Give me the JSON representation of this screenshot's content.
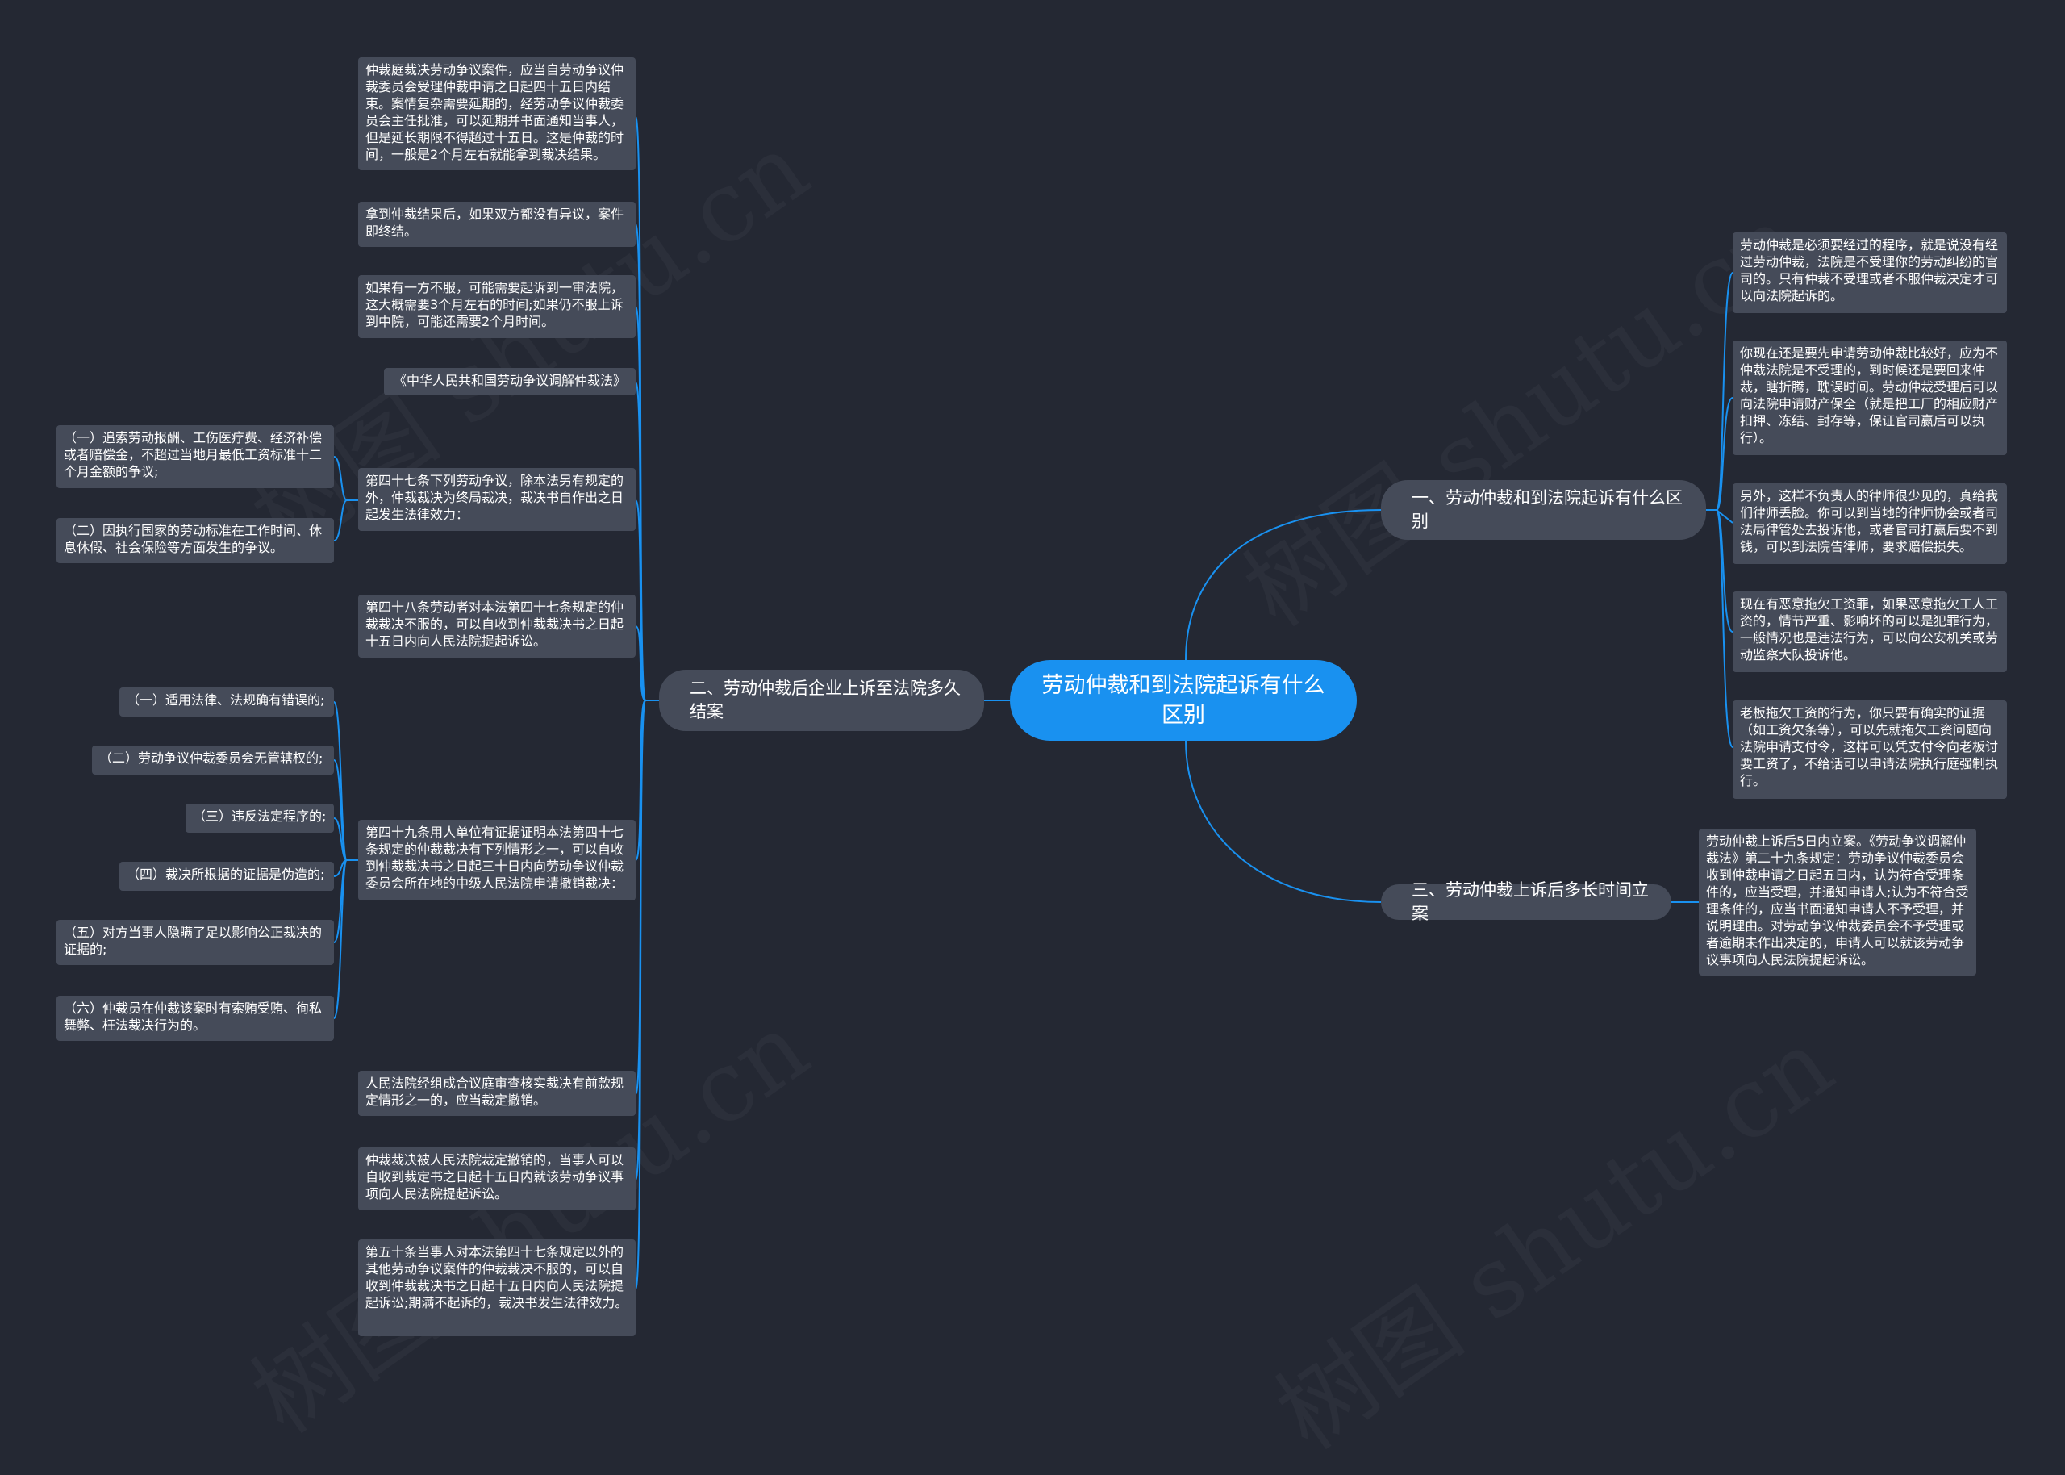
{
  "root": {
    "label": "劳动仲裁和到法院起诉有什么区别"
  },
  "branches": {
    "b1": {
      "label": "一、劳动仲裁和到法院起诉有什么区别"
    },
    "b2": {
      "label": "二、劳动仲裁后企业上诉至法院多久结案"
    },
    "b3": {
      "label": "三、劳动仲裁上诉后多长时间立案"
    }
  },
  "b1_leaves": [
    "劳动仲裁是必须要经过的程序，就是说没有经过劳动仲裁，法院是不受理你的劳动纠纷的官司的。只有仲裁不受理或者不服仲裁决定才可以向法院起诉的。",
    "你现在还是要先申请劳动仲裁比较好，应为不仲裁法院是不受理的，到时候还是要回来仲裁，瞎折腾，耽误时间。劳动仲裁受理后可以向法院申请财产保全（就是把工厂的相应财产扣押、冻结、封存等，保证官司赢后可以执行）。",
    "另外，这样不负责人的律师很少见的，真给我们律师丢脸。你可以到当地的律师协会或者司法局律管处去投诉他，或者官司打赢后要不到钱，可以到法院告律师，要求赔偿损失。",
    "现在有恶意拖欠工资罪，如果恶意拖欠工人工资的，情节严重、影响坏的可以是犯罪行为，一般情况也是违法行为，可以向公安机关或劳动监察大队投诉他。",
    "老板拖欠工资的行为，你只要有确实的证据（如工资欠条等），可以先就拖欠工资问题向法院申请支付令，这样可以凭支付令向老板讨要工资了，不给话可以申请法院执行庭强制执行。"
  ],
  "b3_leaves": [
    "劳动仲裁上诉后5日内立案。《劳动争议调解仲裁法》第二十九条规定：劳动争议仲裁委员会收到仲裁申请之日起五日内，认为符合受理条件的，应当受理，并通知申请人;认为不符合受理条件的，应当书面通知申请人不予受理，并说明理由。对劳动争议仲裁委员会不予受理或者逾期未作出决定的，申请人可以就该劳动争议事项向人民法院提起诉讼。"
  ],
  "b2_leaves": [
    "仲裁庭裁决劳动争议案件，应当自劳动争议仲裁委员会受理仲裁申请之日起四十五日内结束。案情复杂需要延期的，经劳动争议仲裁委员会主任批准，可以延期并书面通知当事人，但是延长期限不得超过十五日。这是仲裁的时间，一般是2个月左右就能拿到裁决结果。",
    "拿到仲裁结果后，如果双方都没有异议，案件即终结。",
    "如果有一方不服，可能需要起诉到一审法院，这大概需要3个月左右的时间;如果仍不服上诉到中院，可能还需要2个月时间。",
    "《中华人民共和国劳动争议调解仲裁法》",
    "第四十七条下列劳动争议，除本法另有规定的外，仲裁裁决为终局裁决，裁决书自作出之日起发生法律效力：",
    "第四十八条劳动者对本法第四十七条规定的仲裁裁决不服的，可以自收到仲裁裁决书之日起十五日内向人民法院提起诉讼。",
    "第四十九条用人单位有证据证明本法第四十七条规定的仲裁裁决有下列情形之一，可以自收到仲裁裁决书之日起三十日内向劳动争议仲裁委员会所在地的中级人民法院申请撤销裁决：",
    "人民法院经组成合议庭审查核实裁决有前款规定情形之一的，应当裁定撤销。",
    "仲裁裁决被人民法院裁定撤销的，当事人可以自收到裁定书之日起十五日内就该劳动争议事项向人民法院提起诉讼。",
    "第五十条当事人对本法第四十七条规定以外的其他劳动争议案件的仲裁裁决不服的，可以自收到仲裁裁决书之日起十五日内向人民法院提起诉讼;期满不起诉的，裁决书发生法律效力。"
  ],
  "art47_items": [
    "（一）追索劳动报酬、工伤医疗费、经济补偿或者赔偿金，不超过当地月最低工资标准十二个月金额的争议;",
    "（二）因执行国家的劳动标准在工作时间、休息休假、社会保险等方面发生的争议。"
  ],
  "art49_items": [
    "（一）适用法律、法规确有错误的;",
    "（二）劳动争议仲裁委员会无管辖权的;",
    "（三）违反法定程序的;",
    "（四）裁决所根据的证据是伪造的;",
    "（五）对方当事人隐瞒了足以影响公正裁决的证据的;",
    "（六）仲裁员在仲裁该案时有索贿受贿、徇私舞弊、枉法裁决行为的。"
  ],
  "colors": {
    "background": "#242833",
    "root_fill": "#1991f0",
    "node_fill": "#454b59",
    "connector": "#1991f0",
    "text": "#ffffff"
  }
}
